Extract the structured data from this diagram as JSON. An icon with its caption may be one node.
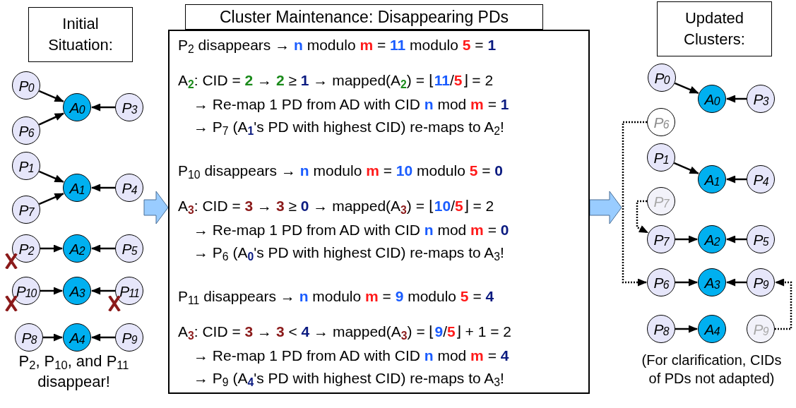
{
  "diagram": {
    "nodes": [
      {
        "text": [
          "Initial Situation:"
        ]
      },
      {
        "text": [
          "P$_{0}$"
        ]
      },
      {
        "text": [
          "A$_{0}$"
        ]
      },
      {
        "text": [
          "P$_{3}$"
        ]
      },
      {
        "text": [
          "P$_{6}$"
        ]
      },
      {
        "text": [
          "P$_{1}$"
        ]
      },
      {
        "text": [
          "A$_{1}$"
        ]
      },
      {
        "text": [
          "P$_{4}$"
        ]
      },
      {
        "text": [
          "P$_{7}$"
        ]
      },
      {
        "text": [
          "P$_{2}$"
        ]
      },
      {
        "text": [
          "A$_{2}$"
        ]
      },
      {
        "text": [
          "P$_{5}$"
        ]
      },
      {
        "text": [
          "P$_{10}$"
        ]
      },
      {
        "text": [
          "A$_{3}$"
        ]
      },
      {
        "text": [
          "P$_{11}$"
        ]
      },
      {
        "text": [
          "P$_{8}$"
        ]
      },
      {
        "text": [
          "A$_{4}$"
        ]
      },
      {
        "text": [
          "P$_{9}$"
        ]
      },
      {
        "text": [
          "Cluster Maintenance: Disappearing PDs",
          "P$_{2}$ disappears → **n** modulo **m** = **11** modulo **5** = **1**",
          "A$_{2}$: CID = **2** → **2** ≥ **1** → mapped(A$_{2}$) = ⌊**11**/**5**⌋ = 2",
          "→ Re-map 1 PD from AD with CID **n** mod **m** = **1**",
          "→ P$_{7}$ (A$_{1}$'s PD with highest CID) re-maps to A$_{2}$!",
          "P$_{10}$ disappears → **n** modulo **m** = **10** modulo **5** = **0**",
          "A$_{3}$: CID = **3** → **3** ≥ **0** → mapped(A$_{3}$) = ⌊**10**/**5**⌋ = 2",
          "→ Re-map 1 PD from AD with CID **n** mod **m** = **0**",
          "→ P$_{6}$ (A$_{0}$'s PD with highest CID) re-maps to A$_{3}$!",
          "P$_{11}$ disappears → **n** modulo **m** = **9** modulo **5** = **4**",
          "A$_{3}$: CID = **3** → **3** < **4** → mapped(A$_{3}$) = ⌊**9**/**5**⌋ + 1 = 2",
          "→ Re-map 1 PD from AD with CID **n** mod **m** = **4**",
          "→ P$_{9}$ (A$_{4}$'s PD with highest CID) re-maps to A$_{3}$!"
        ]
      },
      {
        "text": [
          "Updated Clusters:"
        ]
      },
      {
        "text": [
          "P$_{0}$"
        ]
      },
      {
        "text": [
          "A$_{0}$"
        ]
      },
      {
        "text": [
          "P$_{3}$"
        ]
      },
      {
        "text": [
          "P$_{6}$"
        ]
      },
      {
        "text": [
          "P$_{1}$"
        ]
      },
      {
        "text": [
          "A$_{1}$"
        ]
      },
      {
        "text": [
          "P$_{4}$"
        ]
      },
      {
        "text": [
          "P$_{7}$"
        ]
      },
      {
        "text": [
          "P$_{7}$"
        ]
      },
      {
        "text": [
          "A$_{2}$"
        ]
      },
      {
        "text": [
          "P$_{5}$"
        ]
      },
      {
        "text": [
          "P$_{6}$"
        ]
      },
      {
        "text": [
          "A$_{3}$"
        ]
      },
      {
        "text": [
          "P$_{9}$"
        ]
      },
      {
        "text": [
          "P$_{8}$"
        ]
      },
      {
        "text": [
          "A$_{4}$"
        ]
      },
      {
        "text": [
          "P$_{9}$"
        ]
      }
    ],
    "edges": [
      {
        "from": 1,
        "to": 2,
        "arrow": "to"
      },
      {
        "from": 4,
        "to": 2,
        "arrow": "to"
      },
      {
        "from": 3,
        "to": 2,
        "arrow": "to"
      },
      {
        "from": 5,
        "to": 6,
        "arrow": "to"
      },
      {
        "from": 8,
        "to": 6,
        "arrow": "to"
      },
      {
        "from": 7,
        "to": 6,
        "arrow": "to"
      },
      {
        "from": 9,
        "to": 10,
        "arrow": "to"
      },
      {
        "from": 11,
        "to": 10,
        "arrow": "to"
      },
      {
        "from": 12,
        "to": 13,
        "arrow": "to"
      },
      {
        "from": 14,
        "to": 13,
        "arrow": "to"
      },
      {
        "from": 15,
        "to": 16,
        "arrow": "to"
      },
      {
        "from": 17,
        "to": 16,
        "arrow": "to"
      },
      {
        "from": null,
        "to": 18,
        "arrow": "to",
        "style": "thick",
        "color": "#99ccff"
      },
      {
        "from": 18,
        "to": null,
        "arrow": "to",
        "style": "thick",
        "color": "#99ccff"
      },
      {
        "from": 20,
        "to": 21,
        "arrow": "to"
      },
      {
        "from": 22,
        "to": 21,
        "arrow": "to"
      },
      {
        "from": 24,
        "to": 25,
        "arrow": "to"
      },
      {
        "from": 26,
        "to": 25,
        "arrow": "to"
      },
      {
        "from": 28,
        "to": 29,
        "arrow": "to"
      },
      {
        "from": 30,
        "to": 29,
        "arrow": "to"
      },
      {
        "from": 31,
        "to": 32,
        "arrow": "to"
      },
      {
        "from": 33,
        "to": 32,
        "arrow": "to"
      },
      {
        "from": 34,
        "to": 35,
        "arrow": "to"
      },
      {
        "from": 23,
        "to": 31,
        "arrow": "to",
        "style": "dashed"
      },
      {
        "from": 27,
        "to": 28,
        "arrow": "to",
        "style": "dashed"
      },
      {
        "from": 36,
        "to": 33,
        "arrow": "to",
        "style": "dashed"
      }
    ],
    "labels": [
      "P$_{2}$, P$_{10}$, and P$_{11}$ disappear!",
      "(For clarification, CIDs of PDs not adapted)"
    ]
  }
}
